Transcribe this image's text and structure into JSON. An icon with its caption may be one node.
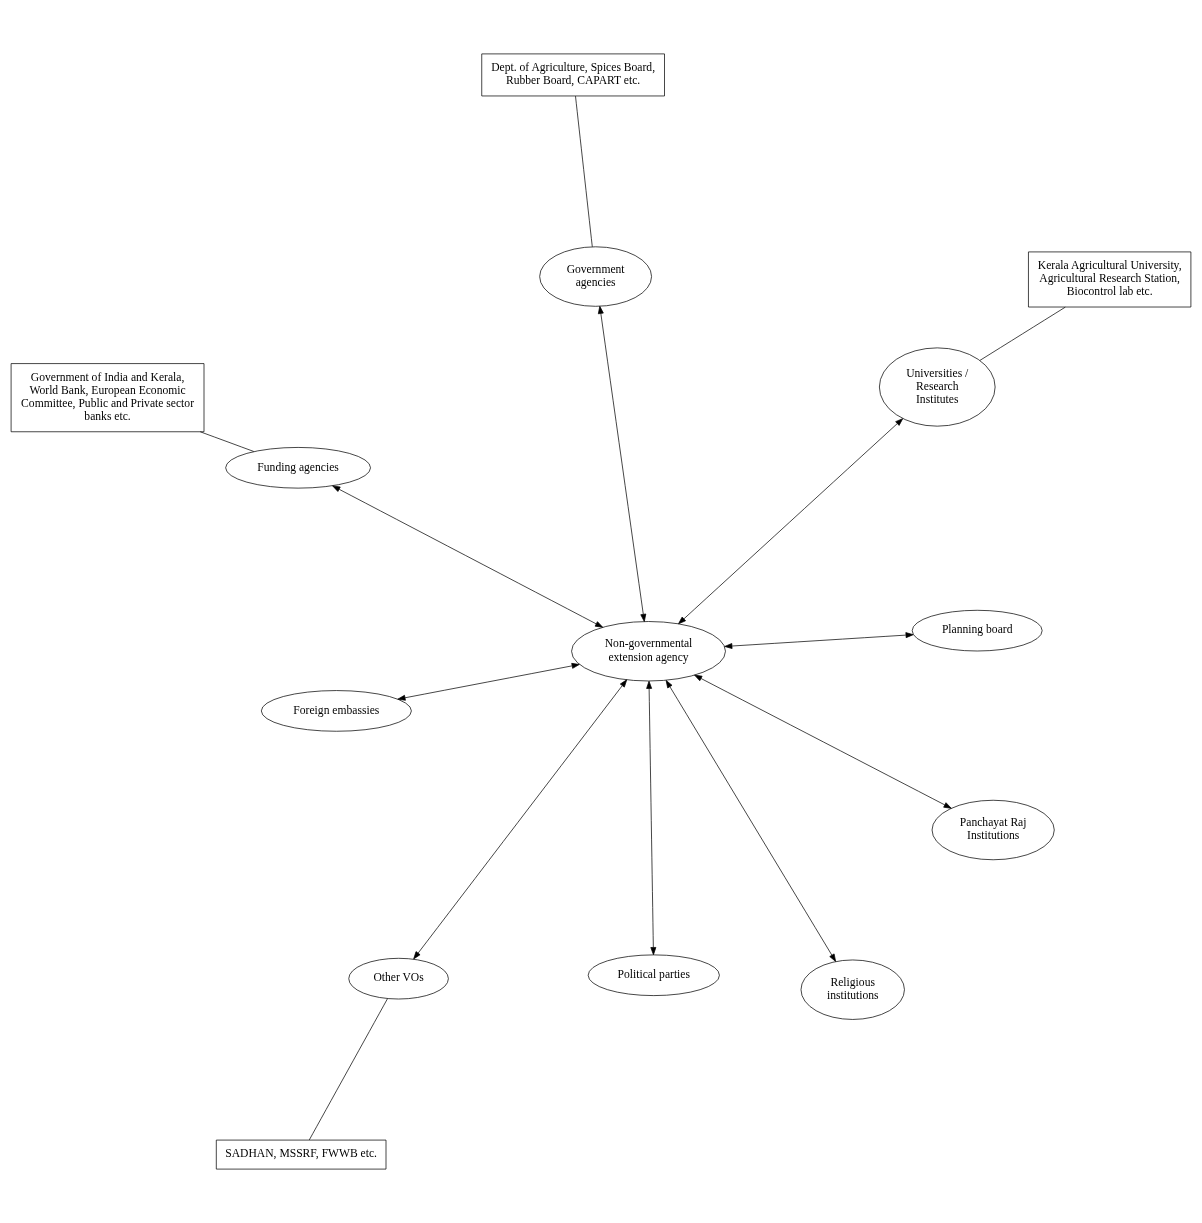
{
  "diagram": {
    "nodes": [
      {
        "text": [
          "Government of India and Kerala, World Bank, European Economic Committee, Public and Private sector banks etc."
        ]
      },
      {
        "text": [
          "Kerala Agricultural University, Agricultural Research Station, Biocontrol lab etc."
        ]
      },
      {
        "text": [
          "SADHAN, MSSRF, FWWB etc."
        ]
      },
      {
        "text": [
          "Universities / Research Institutes"
        ]
      },
      {
        "text": [
          "Funding agencies"
        ]
      },
      {
        "text": [
          "Other VOs"
        ]
      },
      {
        "text": [
          "Foreign embassies"
        ]
      },
      {
        "text": [
          "Non-governmental extension agency"
        ]
      },
      {
        "text": [
          "Political parties"
        ]
      },
      {
        "text": [
          "Panchayat Raj Institutions"
        ]
      },
      {
        "text": [
          "Religious institutions"
        ]
      },
      {
        "text": [
          "Government agencies"
        ]
      },
      {
        "text": [
          "Planning board"
        ]
      },
      {
        "text": [
          "Dept. of Agriculture, Spices Board, Rubber Board, CAPART etc."
        ]
      }
    ],
    "edges": [
      {
        "from": 0,
        "to": 4,
        "arrow": "none"
      },
      {
        "from": 1,
        "to": 3,
        "arrow": "none"
      },
      {
        "from": 2,
        "to": 5,
        "arrow": "none"
      },
      {
        "from": 3,
        "to": 7,
        "arrow": "both"
      },
      {
        "from": 4,
        "to": 7,
        "arrow": "both"
      },
      {
        "from": 5,
        "to": 7,
        "arrow": "both"
      },
      {
        "from": 6,
        "to": 7,
        "arrow": "both"
      },
      {
        "from": 8,
        "to": 7,
        "arrow": "both"
      },
      {
        "from": 9,
        "to": 7,
        "arrow": "both"
      },
      {
        "from": 10,
        "to": 7,
        "arrow": "both"
      },
      {
        "from": 11,
        "to": 7,
        "arrow": "both"
      },
      {
        "from": 12,
        "to": 7,
        "arrow": "both"
      },
      {
        "from": 11,
        "to": 13,
        "arrow": "none"
      }
    ]
  }
}
